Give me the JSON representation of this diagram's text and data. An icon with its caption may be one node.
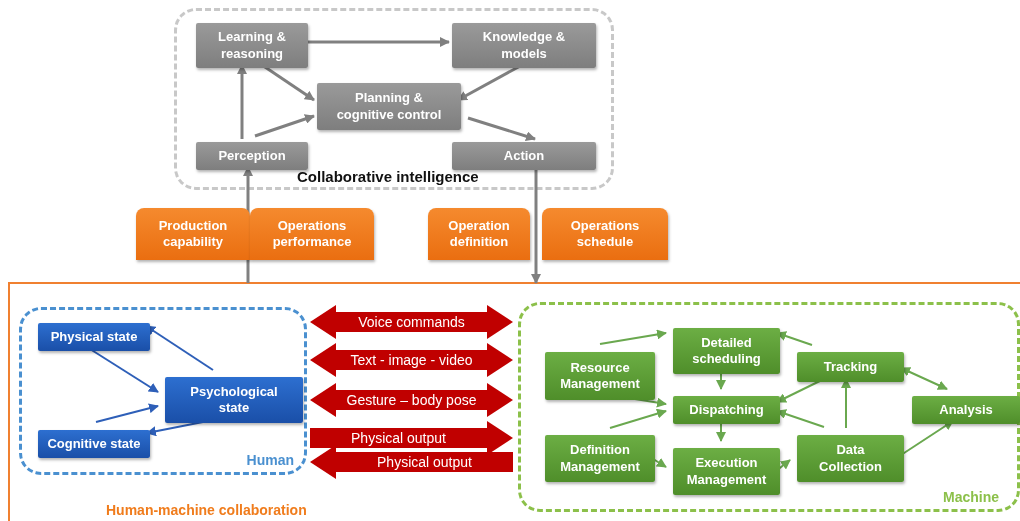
{
  "diagram": {
    "nodes": [
      {
        "text": [
          "Collaborative intelligence"
        ]
      },
      {
        "text": [
          "Learning & reasoning"
        ],
        "in": 0
      },
      {
        "text": [
          "Knowledge & models"
        ],
        "in": 0
      },
      {
        "text": [
          "Planning & cognitive control"
        ],
        "in": 0
      },
      {
        "text": [
          "Perception"
        ],
        "in": 0
      },
      {
        "text": [
          "Action"
        ],
        "in": 0
      },
      {
        "text": [
          "Production capability"
        ]
      },
      {
        "text": [
          "Operations performance"
        ]
      },
      {
        "text": [
          "Operation definition"
        ]
      },
      {
        "text": [
          "Operations schedule"
        ]
      },
      {
        "text": [
          "Human-machine collaboration"
        ]
      },
      {
        "text": [
          "Human"
        ],
        "in": 10
      },
      {
        "text": [
          "Physical state"
        ],
        "in": 11
      },
      {
        "text": [
          "Psychological state"
        ],
        "in": 11
      },
      {
        "text": [
          "Cognitive state"
        ],
        "in": 11
      },
      {
        "text": [
          "Machine"
        ],
        "in": 10
      },
      {
        "text": [
          "Detailed scheduling"
        ],
        "in": 15
      },
      {
        "text": [
          "Resource Management"
        ],
        "in": 15
      },
      {
        "text": [
          "Tracking"
        ],
        "in": 15
      },
      {
        "text": [
          "Dispatching"
        ],
        "in": 15
      },
      {
        "text": [
          "Analysis"
        ],
        "in": 15
      },
      {
        "text": [
          "Definition Management"
        ],
        "in": 15
      },
      {
        "text": [
          "Execution Management"
        ],
        "in": 15
      },
      {
        "text": [
          "Data Collection"
        ],
        "in": 15
      }
    ],
    "edges": [
      {
        "from": 1,
        "to": 2,
        "arrow": "to",
        "color": "#808080"
      },
      {
        "from": 1,
        "to": 3,
        "arrow": "to",
        "color": "#808080"
      },
      {
        "from": 2,
        "to": 3,
        "arrow": "to",
        "color": "#808080"
      },
      {
        "from": 4,
        "to": 1,
        "arrow": "to",
        "color": "#808080"
      },
      {
        "from": 4,
        "to": 3,
        "arrow": "to",
        "color": "#808080"
      },
      {
        "from": 3,
        "to": 5,
        "arrow": "to",
        "color": "#808080"
      },
      {
        "from": 10,
        "to": 4,
        "arrow": "to",
        "color": "#808080"
      },
      {
        "from": 5,
        "to": 10,
        "arrow": "to",
        "color": "#808080"
      },
      {
        "from": 13,
        "to": 12,
        "arrow": "to",
        "color": "#2e5fb8"
      },
      {
        "from": 12,
        "to": 13,
        "arrow": "to",
        "color": "#2e5fb8"
      },
      {
        "from": 14,
        "to": 13,
        "arrow": "to",
        "color": "#2e5fb8"
      },
      {
        "from": 13,
        "to": 14,
        "arrow": "to",
        "color": "#2e5fb8"
      },
      {
        "from": 11,
        "to": 15,
        "arrow": "both",
        "label": "Voice commands",
        "style": "thick",
        "color": "#c00000"
      },
      {
        "from": 11,
        "to": 15,
        "arrow": "both",
        "label": "Text - image - video",
        "style": "thick",
        "color": "#c00000"
      },
      {
        "from": 11,
        "to": 15,
        "arrow": "both",
        "label": "Gesture – body pose",
        "style": "thick",
        "color": "#c00000"
      },
      {
        "from": 11,
        "to": 15,
        "arrow": "to",
        "label": "Physical output",
        "style": "thick",
        "color": "#c00000"
      },
      {
        "from": 15,
        "to": 11,
        "arrow": "to",
        "label": "Physical output",
        "style": "thick",
        "color": "#c00000"
      },
      {
        "from": 17,
        "to": 16,
        "arrow": "to"
      },
      {
        "from": 17,
        "to": 19,
        "arrow": "to"
      },
      {
        "from": 21,
        "to": 19,
        "arrow": "to"
      },
      {
        "from": 21,
        "to": 22,
        "arrow": "to"
      },
      {
        "from": 16,
        "to": 19,
        "arrow": "to"
      },
      {
        "from": 19,
        "to": 22,
        "arrow": "to"
      },
      {
        "from": 22,
        "to": 23,
        "arrow": "to"
      },
      {
        "from": 18,
        "to": 16,
        "arrow": "to"
      },
      {
        "from": 18,
        "to": 19,
        "arrow": "to"
      },
      {
        "from": 23,
        "to": 19,
        "arrow": "to"
      },
      {
        "from": 23,
        "to": 18,
        "arrow": "to"
      },
      {
        "from": 18,
        "to": 20,
        "arrow": "both"
      },
      {
        "from": 23,
        "to": 20,
        "arrow": "to"
      }
    ]
  }
}
